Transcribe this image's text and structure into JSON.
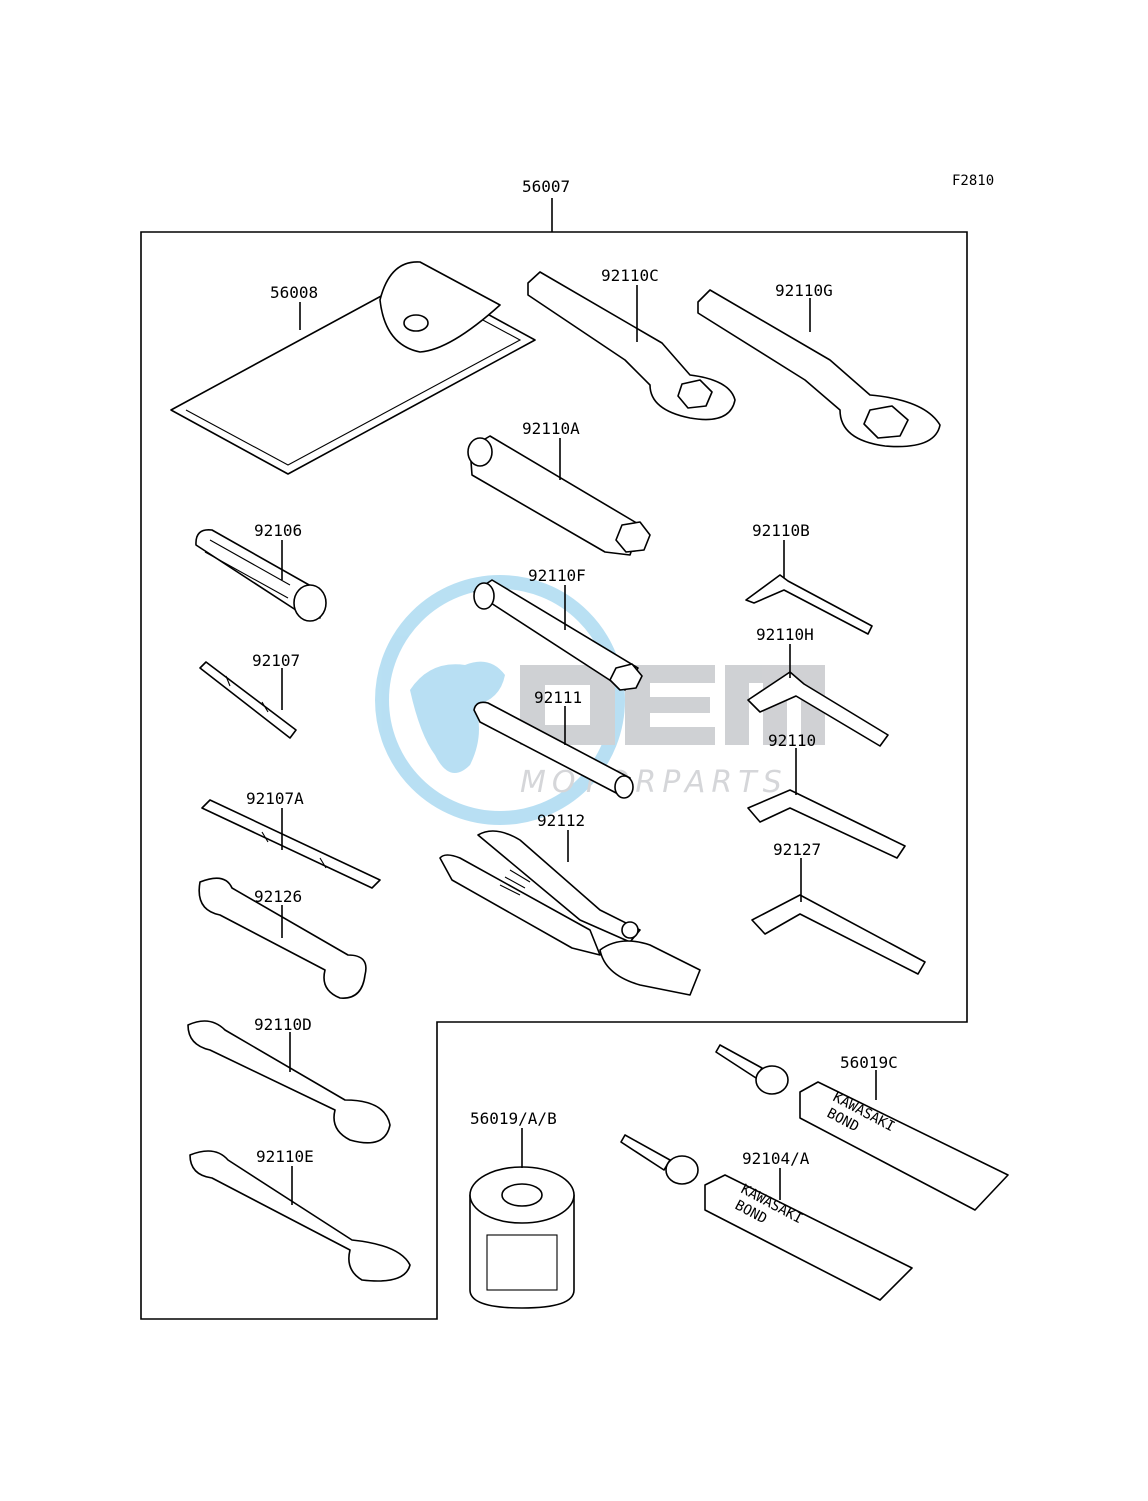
{
  "diagram": {
    "figure_code": "F2810",
    "kit_label": "56007"
  },
  "watermark": {
    "brand": "MOTORPARTS",
    "colors": {
      "globe": "#7fc6ea",
      "letters": "#a9acb1"
    }
  },
  "parts": [
    {
      "id": "56008",
      "name": "tool-bag"
    },
    {
      "id": "92110C",
      "name": "ring-wrench"
    },
    {
      "id": "92110G",
      "name": "ring-wrench"
    },
    {
      "id": "92110A",
      "name": "box-wrench"
    },
    {
      "id": "92106",
      "name": "screwdriver-handle"
    },
    {
      "id": "92110F",
      "name": "box-wrench"
    },
    {
      "id": "92110B",
      "name": "hex-key"
    },
    {
      "id": "92107",
      "name": "screwdriver-bit"
    },
    {
      "id": "92110H",
      "name": "hex-key"
    },
    {
      "id": "92111",
      "name": "tommy-bar"
    },
    {
      "id": "92110",
      "name": "hex-key"
    },
    {
      "id": "92107A",
      "name": "screwdriver-bit"
    },
    {
      "id": "92112",
      "name": "pliers"
    },
    {
      "id": "92127",
      "name": "hex-key"
    },
    {
      "id": "92126",
      "name": "open-end-wrench"
    },
    {
      "id": "92110D",
      "name": "open-end-wrench"
    },
    {
      "id": "56019C",
      "name": "bond-tube"
    },
    {
      "id": "56019/A/B",
      "name": "bond-can"
    },
    {
      "id": "92104/A",
      "name": "bond-tube"
    },
    {
      "id": "92110E",
      "name": "open-end-wrench"
    }
  ],
  "tube_print": {
    "line1": "KAWASAKI",
    "line2": "BOND"
  }
}
